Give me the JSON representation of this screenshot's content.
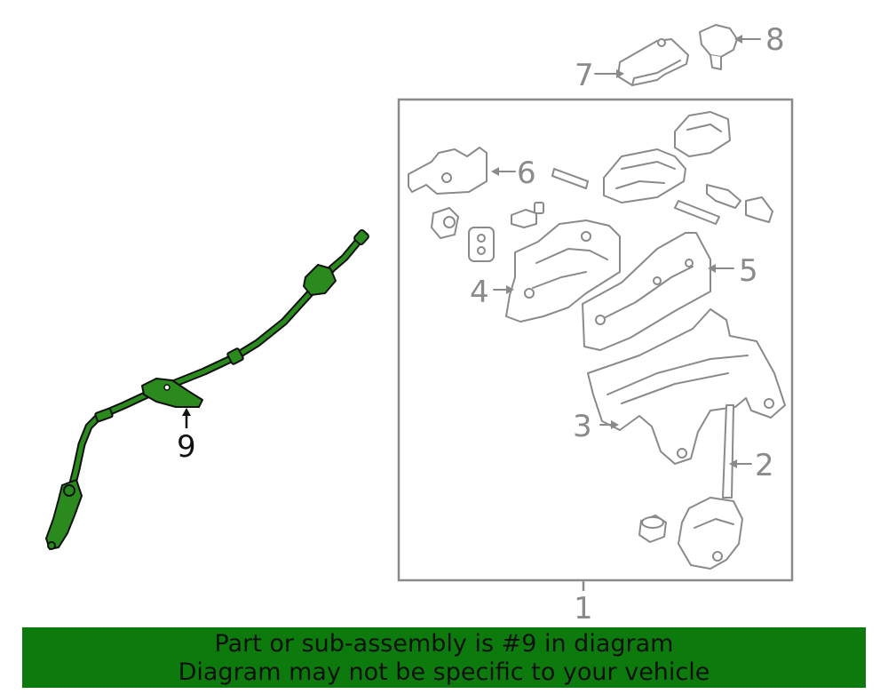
{
  "diagram": {
    "callouts": {
      "c1": "1",
      "c2": "2",
      "c3": "3",
      "c4": "4",
      "c5": "5",
      "c6": "6",
      "c7": "7",
      "c8": "8",
      "c9": "9"
    },
    "highlighted_part": "9",
    "colors": {
      "highlight": "#2a8a1e",
      "linework": "#8a8a8a",
      "banner": "#0d7a0d"
    }
  },
  "banner": {
    "line1": "Part or sub-assembly is #9 in diagram",
    "line2": "Diagram may not be specific to your vehicle"
  }
}
